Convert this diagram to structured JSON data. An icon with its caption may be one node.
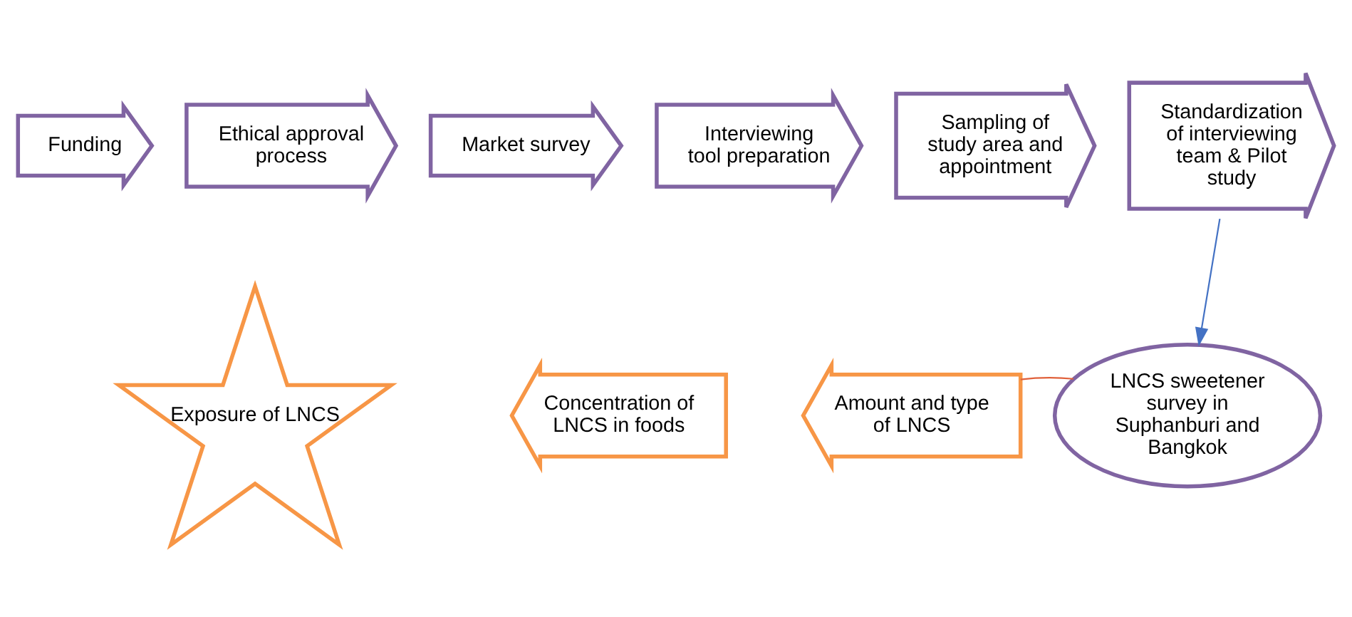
{
  "diagram": {
    "nodes": [
      {
        "text": [
          "Funding"
        ]
      },
      {
        "text": [
          "Ethical approval process"
        ]
      },
      {
        "text": [
          "Market survey"
        ]
      },
      {
        "text": [
          "Interviewing tool preparation"
        ]
      },
      {
        "text": [
          "Sampling of study area and appointment"
        ]
      },
      {
        "text": [
          "Standardization of interviewing team & Pilot study"
        ]
      },
      {
        "text": [
          "LNCS sweetener survey in Suphanburi and Bangkok"
        ]
      },
      {
        "text": [
          "Amount and type of LNCS"
        ]
      },
      {
        "text": [
          "Concentration of LNCS in foods"
        ]
      },
      {
        "text": [
          "Exposure of LNCS"
        ]
      }
    ],
    "edges": [
      {
        "from": 5,
        "to": 6,
        "arrow": "to",
        "color": "#4472c4"
      },
      {
        "from": 7,
        "to": 6,
        "arrow": "none",
        "color": "#e0603a"
      }
    ]
  }
}
